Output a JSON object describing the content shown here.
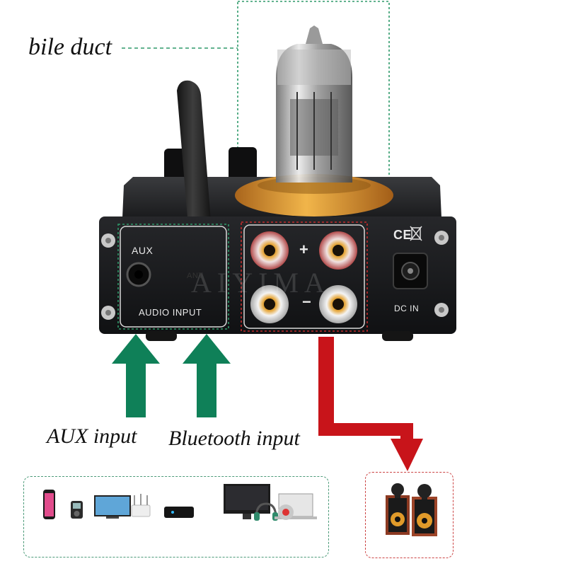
{
  "callouts": {
    "bile_duct": "bile duct",
    "aux_input": "AUX input",
    "bluetooth_input": "Bluetooth input"
  },
  "panel": {
    "aux": "AUX",
    "ant": "ANT",
    "audio_input": "AUDIO INPUT",
    "plus": "+",
    "minus": "−",
    "ce": "CE",
    "dc_in": "DC IN"
  },
  "watermark": "AIYIMA",
  "colors": {
    "arrow_green": "#0f8058",
    "arrow_red": "#c8141a",
    "highlight_green": "#2f9a6a",
    "highlight_red": "#c32c2c",
    "case_black": "#1b1c1e",
    "tube_base_gold": "#d7962d"
  },
  "icons": [
    "smartphone-icon",
    "mp3-player-icon",
    "tv-icon",
    "router-icon",
    "media-box-icon",
    "monitor-icon",
    "headphones-icon",
    "laptop-icon",
    "speaker-icon"
  ]
}
